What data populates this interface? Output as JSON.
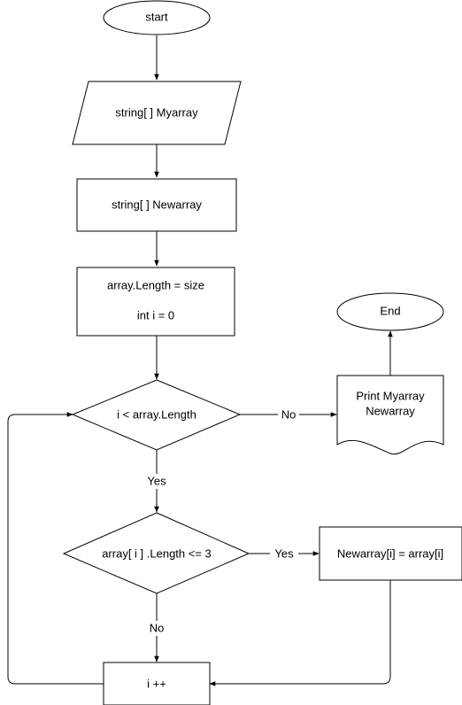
{
  "nodes": {
    "start": "start",
    "input_myarray": "string[ ] Myarray",
    "decl_newarray": "string[ ] Newarray",
    "init_line1": "array.Length = size",
    "init_line2": "int i = 0",
    "loop_condition": "i < array.Length",
    "length_condition": "array[ i ] .Length <= 3",
    "assign": "Newarray[i] = array[i]",
    "increment": "i ++",
    "print_line1": "Print  Myarray",
    "print_line2": "Newarray",
    "end": "End"
  },
  "edges": {
    "loop_no": "No",
    "loop_yes": "Yes",
    "length_yes": "Yes",
    "length_no": "No"
  }
}
